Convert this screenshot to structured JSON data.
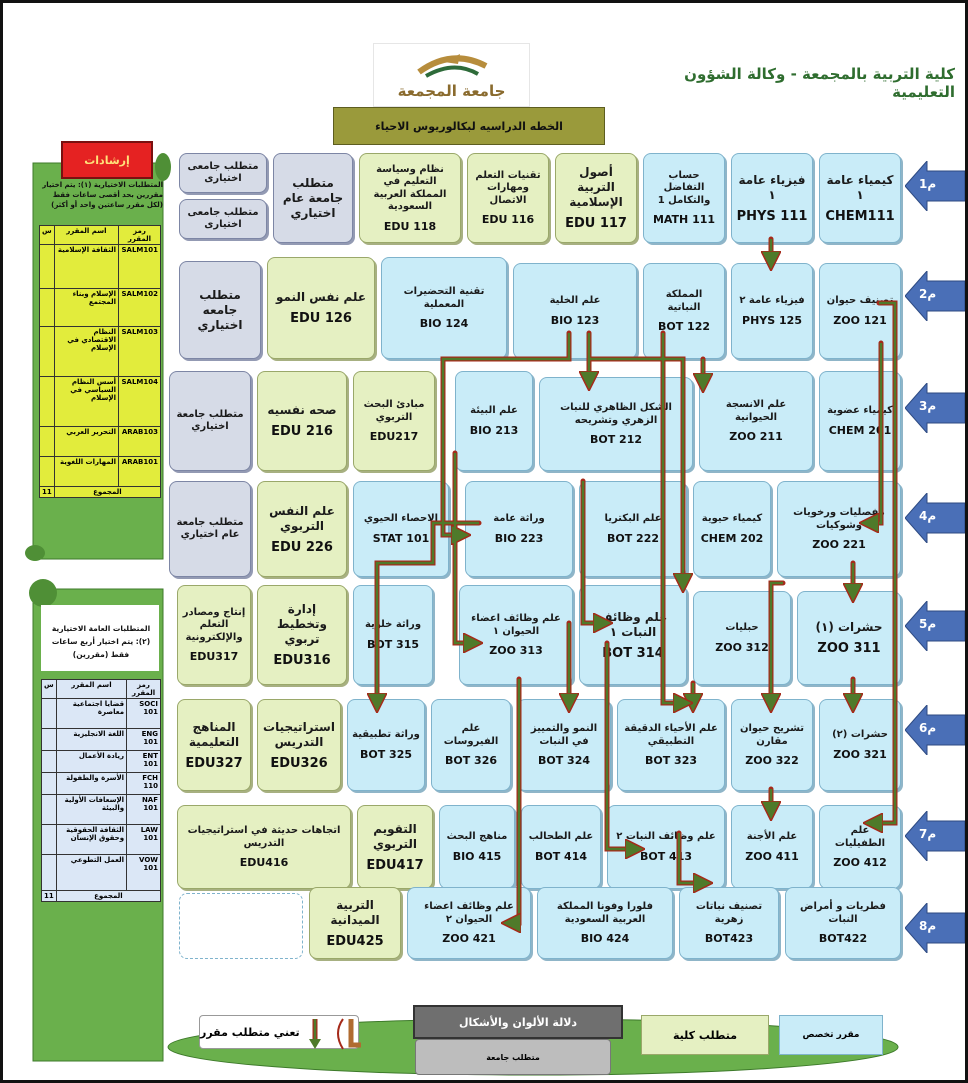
{
  "header": {
    "title": "كلية التربية بالمجمعة - وكالة الشؤون التعليمية",
    "plan_title": "الخطه الدراسيه لبكالوريوس الاحياء",
    "logo_text": "جامعة المجمعة"
  },
  "colors": {
    "specialization": "#c9ecf8",
    "college_req": "#e5f0c2",
    "university_req": "#d6dbe7",
    "arrow_green": "#4f7a2a",
    "arrow_red": "#a52a1a",
    "semester_arrow": "#4a6fb7"
  },
  "semesters": [
    {
      "label": "م1"
    },
    {
      "label": "م2"
    },
    {
      "label": "م3"
    },
    {
      "label": "م4"
    },
    {
      "label": "م5"
    },
    {
      "label": "م6"
    },
    {
      "label": "م7"
    },
    {
      "label": "م8"
    }
  ],
  "courses": {
    "chem111": {
      "name": "كيمياء عامة ١",
      "code": "CHEM111"
    },
    "phys111": {
      "name": "فيزياء عامة ١",
      "code": "PHYS 111"
    },
    "math111": {
      "name": "حساب التفاضل والتكامل 1",
      "code": "MATH 111"
    },
    "edu117": {
      "name": "أصول التربية الإسلامية",
      "code": "EDU 117"
    },
    "edu116": {
      "name": "تقنيات التعلم ومهارات الاتصال",
      "code": "EDU 116"
    },
    "edu118": {
      "name": "نظام وسياسة التعليم في المملكة العربية السعودية",
      "code": "EDU 118"
    },
    "s1_univ_a": {
      "name": "متطلب جامعة عام اختياري",
      "code": ""
    },
    "s1_univ_b": {
      "name": "متطلب جامعى اختيارى",
      "code": ""
    },
    "s1_univ_c": {
      "name": "متطلب جامعى اختيارى",
      "code": ""
    },
    "zoo121": {
      "name": "تصنيف حيوان",
      "code": "ZOO 121"
    },
    "phys125": {
      "name": "فيزياء عامة ٢",
      "code": "PHYS 125"
    },
    "bot122": {
      "name": "المملكة النباتية",
      "code": "BOT 122"
    },
    "bio123": {
      "name": "علم الخلية",
      "code": "BIO 123"
    },
    "bio124": {
      "name": "تقنية التحضيرات المعملية",
      "code": "BIO 124"
    },
    "edu126": {
      "name": "علم نفس النمو",
      "code": "EDU 126"
    },
    "s2_univ": {
      "name": "متطلب جامعه اختياري",
      "code": ""
    },
    "chem201": {
      "name": "كيمياء عضوية",
      "code": "CHEM 201"
    },
    "zoo211": {
      "name": "علم الانسجة الحيوانية",
      "code": "ZOO 211"
    },
    "bot212": {
      "name": "الشكل الظاهري للنبات الزهري وتشريحه",
      "code": "BOT 212"
    },
    "bio213": {
      "name": "علم البيئة",
      "code": "BIO 213"
    },
    "edu217": {
      "name": "مبادئ البحث التربوي",
      "code": "EDU217"
    },
    "edu216": {
      "name": "صحه نفسيه",
      "code": "EDU 216"
    },
    "s3_univ": {
      "name": "متطلب جامعة اختياري",
      "code": ""
    },
    "zoo221": {
      "name": "مفصليات ورخويات وشوكيات",
      "code": "ZOO 221"
    },
    "chem202": {
      "name": "كيمياء حيوية",
      "code": "CHEM 202"
    },
    "bot222": {
      "name": "علم البكتريا",
      "code": "BOT 222"
    },
    "bio223": {
      "name": "وراثة عامة",
      "code": "BIO 223"
    },
    "stat101": {
      "name": "الاحصاء الحيوي",
      "code": "STAT 101"
    },
    "edu226": {
      "name": "علم النفس التربوي",
      "code": "EDU 226"
    },
    "s4_univ": {
      "name": "متطلب جامعة عام اختياري",
      "code": ""
    },
    "zoo311": {
      "name": "حشرات (١)",
      "code": "ZOO 311"
    },
    "zoo312": {
      "name": "حبليات",
      "code": "ZOO 312"
    },
    "bot314": {
      "name": "علم وظائف النبات ١",
      "code": "BOT 314"
    },
    "zoo313": {
      "name": "علم وظائف اعضاء الحيوان ١",
      "code": "ZOO 313"
    },
    "bot315": {
      "name": "وراثة خلوية",
      "code": "BOT 315"
    },
    "edu316": {
      "name": "إدارة وتخطيط تربوي",
      "code": "EDU316"
    },
    "edu317": {
      "name": "إنتاج ومصادر التعلم والإلكترونية",
      "code": "EDU317"
    },
    "zoo321": {
      "name": "حشرات (٢)",
      "code": "ZOO 321"
    },
    "zoo322": {
      "name": "تشريح حيوان مقارن",
      "code": "ZOO 322"
    },
    "bot323": {
      "name": "علم الأحياء الدقيقة التطبيقي",
      "code": "BOT 323"
    },
    "bot324": {
      "name": "النمو والتمييز في النبات",
      "code": "BOT 324"
    },
    "bot326": {
      "name": "علم الفيروسات",
      "code": "BOT 326"
    },
    "bot325": {
      "name": "وراثة تطبيقية",
      "code": "BOT 325"
    },
    "edu326": {
      "name": "استراتيجيات التدريس",
      "code": "EDU326"
    },
    "edu327": {
      "name": "المناهج التعليمية",
      "code": "EDU327"
    },
    "zoo412": {
      "name": "علم الطفيليات",
      "code": "ZOO 412"
    },
    "zoo411": {
      "name": "علم الأجنة",
      "code": "ZOO 411"
    },
    "bot413": {
      "name": "علم وظائف النبات ٢",
      "code": "BOT 413"
    },
    "bot414": {
      "name": "علم الطحالب",
      "code": "BOT 414"
    },
    "bio415": {
      "name": "مناهج البحث",
      "code": "BIO 415"
    },
    "edu417": {
      "name": "التقويم التربوي",
      "code": "EDU417"
    },
    "edu416": {
      "name": "اتجاهات حديثة في استراتيجيات التدريس",
      "code": "EDU416"
    },
    "bot422": {
      "name": "فطريات و أمراض النبات",
      "code": "BOT422"
    },
    "bot423": {
      "name": "تصنيف نباتات زهرية",
      "code": "BOT423"
    },
    "bio424": {
      "name": "فلورا وفونا المملكة العربية السعودية",
      "code": "BIO 424"
    },
    "zoo421": {
      "name": "علم وظائف اعضاء الحيوان ٢",
      "code": "ZOO 421"
    },
    "edu425": {
      "name": "التربية الميدانية",
      "code": "EDU425"
    }
  },
  "sidebar_top": {
    "badge": "إرشادات",
    "note": "المتطلبات الاختيارية (١): يتم اختيار مقررين بحد أقصى ساعات فقط (لكل مقرر ساعتين واحد أو أكثر)",
    "headers": [
      "رمز المقرر",
      "اسم المقرر",
      "س"
    ],
    "rows": [
      {
        "code": "SALM101",
        "name": "الثقافة الإسلامية",
        "hours": ""
      },
      {
        "code": "SALM102",
        "name": "الإسلام وبناء المجتمع",
        "hours": ""
      },
      {
        "code": "SALM103",
        "name": "النظام الاقتصادي في الإسلام",
        "hours": ""
      },
      {
        "code": "SALM104",
        "name": "أسس النظام السياسي في الإسلام",
        "hours": ""
      },
      {
        "code": "ARAB103",
        "name": "التحرير العربي",
        "hours": ""
      },
      {
        "code": "ARAB101",
        "name": "المهارات اللغوية",
        "hours": ""
      }
    ],
    "total_label": "المجموع",
    "total_value": "11"
  },
  "sidebar_bottom": {
    "note": "المتطلبات العامة الاختيارية (٢): يتم اختيار أربع ساعات فقط (مقررين)",
    "headers": [
      "رمز المقرر",
      "اسم المقرر",
      "س"
    ],
    "rows": [
      {
        "code": "SOCI 101",
        "name": "قضايا اجتماعية معاصرة",
        "hours": ""
      },
      {
        "code": "ENG 101",
        "name": "اللغة الانجليزية",
        "hours": ""
      },
      {
        "code": "ENT 101",
        "name": "ريادة الأعمال",
        "hours": ""
      },
      {
        "code": "FCH 110",
        "name": "الأسرة والطفولة",
        "hours": ""
      },
      {
        "code": "NAF 101",
        "name": "الإسعافات الأولية والبيئة",
        "hours": ""
      },
      {
        "code": "LAW 101",
        "name": "الثقافة الحقوقية وحقوق الإنسان",
        "hours": ""
      },
      {
        "code": "VOW 101",
        "name": "العمل التطوعي",
        "hours": ""
      }
    ],
    "total_label": "المجموع",
    "total_value": "11"
  },
  "legend": {
    "colors_title": "دلالة الألوان والأشكال",
    "university_req": "متطلب جامعة",
    "college_req": "متطلب كلية",
    "specialization": "مقرر تخصص",
    "prereq_note": "تعني متطلب مقرر"
  }
}
